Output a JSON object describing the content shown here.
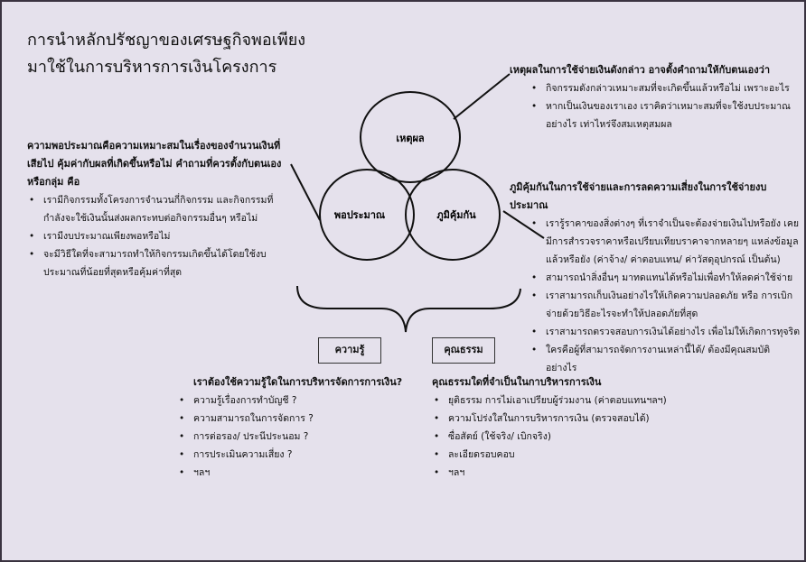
{
  "title": [
    "การนำหลักปรัชญาของเศรษฐกิจพอเพียง",
    "มาใช้ในการบริหารการเงินโครงการ"
  ],
  "circles": {
    "top": "เหตุผล",
    "left": "พอประมาณ",
    "right": "ภูมิคุ้มกัน"
  },
  "reason": {
    "heading": "เหตุผลในการใช้จ่ายเงินดังกล่าว อาจตั้งคำถามให้กับตนเองว่า",
    "items": [
      "กิจกรรมดังกล่าวเหมาะสมที่จะเกิดขึ้นแล้วหรือไม่ เพราะอะไร",
      "หากเป็นเงินของเราเอง เราคิดว่าเหมาะสมที่จะใช้งบประมาณอย่างไร เท่าไหร่จึงสมเหตุสมผล"
    ]
  },
  "moderation": {
    "heading": "ความพอประมาณคือความเหมาะสมในเรื่องของจำนวนเงินที่เสียไป คุ้มค่ากับผลที่เกิดขึ้นหรือไม่ คำถามที่ควรตั้งกับตนเองหรือกลุ่ม คือ",
    "items": [
      "เรามีกิจกรรมทั้งโครงการจำนวนกี่กิจกรรม และกิจกรรมที่กำลังจะใช้เงินนั้นส่งผลกระทบต่อกิจกรรมอื่นๆ หรือไม่",
      "เรามีงบประมาณเพียงพอหรือไม่",
      "จะมีวิธีใดที่จะสามารถทำให้กิจกรรมเกิดขึ้นได้โดยใช้งบประมาณที่น้อยที่สุดหรือคุ้มค่าที่สุด"
    ]
  },
  "immunity": {
    "heading": "ภูมิคุ้มกันในการใช้จ่ายและการลดความเสี่ยงในการใช้จ่ายงบประมาณ",
    "items": [
      "เรารู้ราคาของสิ่งต่างๆ ที่เราจำเป็นจะต้องจ่ายเงินไปหรือยัง เคยมีการสำรวจราคาหรือเปรียบเทียบราคาจากหลายๆ แหล่งข้อมูลแล้วหรือยัง (ค่าจ้าง/ ค่าตอบแทน/ ค่าวัสดุอุปกรณ์ เป็นต้น)",
      "สามารถนำสิ่งอื่นๆ มาทดแทนได้หรือไม่เพื่อทำให้ลดค่าใช้จ่าย",
      "เราสามารถเก็บเงินอย่างไรให้เกิดความปลอดภัย หรือ การเบิกจ่ายด้วยวิธีอะไรจะทำให้ปลอดภัยที่สุด",
      "เราสามารถตรวจสอบการเงินได้อย่างไร เพื่อไม่ให้เกิดการทุจริต",
      "ใครคือผู้ที่สามารถจัดการงานเหล่านี้ได้/ ต้องมีคุณสมบัติอย่างไร"
    ]
  },
  "knowledge": {
    "box": "ความรู้",
    "heading": "เราต้องใช้ความรู้ใดในการบริหารจัดการการเงิน?",
    "items": [
      "ความรู้เรื่องการทำบัญชี ?",
      "ความสามารถในการจัดการ ?",
      "การต่อรอง/ ประนีประนอม ?",
      "การประเมินความเสี่ยง ?",
      "ฯลฯ"
    ]
  },
  "morality": {
    "box": "คุณธรรม",
    "heading": "คุณธรรมใดที่จำเป็นในกาบริหารการเงิน",
    "items": [
      "ยุติธรรม การไม่เอาเปรียบผู้ร่วมงาน (ค่าตอบแทนฯลฯ)",
      "ความโปร่งใสในการบริหารการเงิน (ตรวจสอบได้)",
      "ซื่อสัตย์ (ใช้จริง/ เบิกจริง)",
      "ละเอียดรอบคอบ",
      "ฯลฯ"
    ]
  }
}
